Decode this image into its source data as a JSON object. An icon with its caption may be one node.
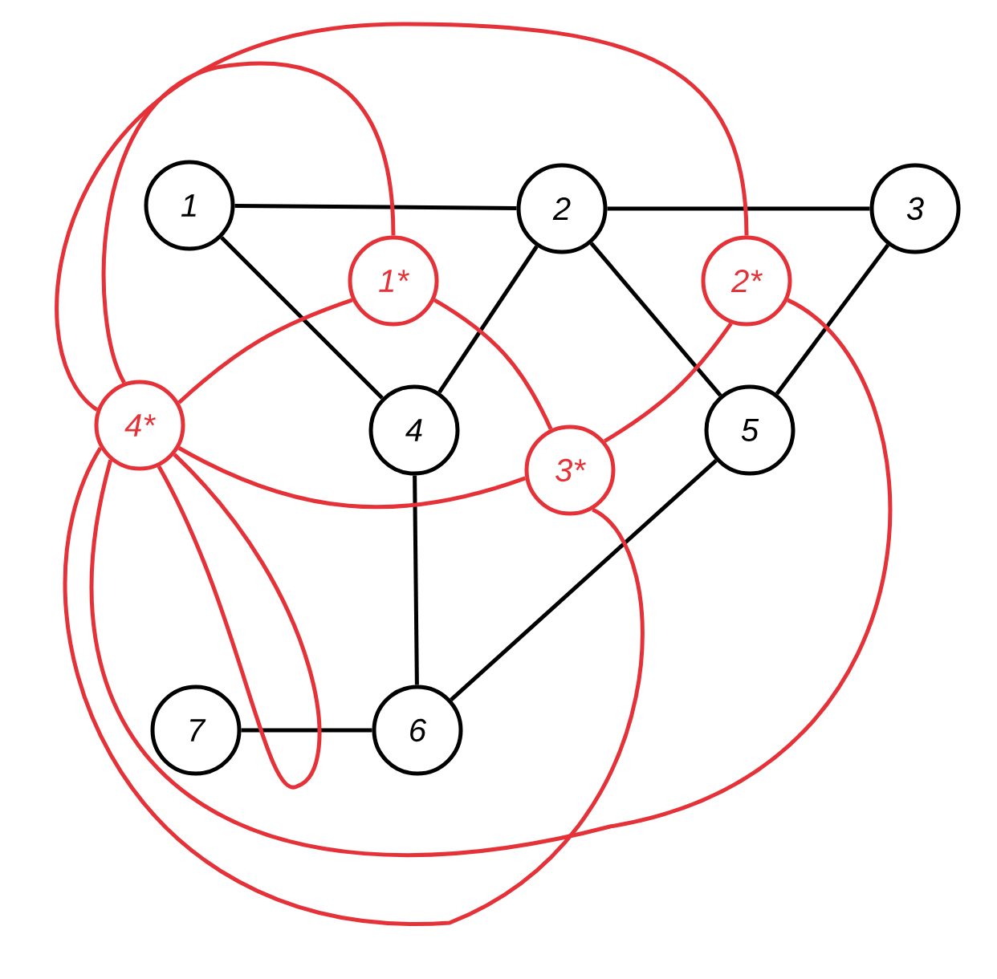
{
  "diagram": {
    "nodes": [
      {
        "text": [
          "1"
        ]
      },
      {
        "text": [
          "2"
        ]
      },
      {
        "text": [
          "3"
        ]
      },
      {
        "text": [
          "4"
        ]
      },
      {
        "text": [
          "5"
        ]
      },
      {
        "text": [
          "6"
        ]
      },
      {
        "text": [
          "7"
        ]
      },
      {
        "text": [
          "1*"
        ]
      },
      {
        "text": [
          "2*"
        ]
      },
      {
        "text": [
          "3*"
        ]
      },
      {
        "text": [
          "4*"
        ]
      }
    ],
    "edges": [
      {
        "from": 0,
        "to": 1,
        "arrow": "none"
      },
      {
        "from": 1,
        "to": 2,
        "arrow": "none"
      },
      {
        "from": 0,
        "to": 3,
        "arrow": "none"
      },
      {
        "from": 1,
        "to": 3,
        "arrow": "none"
      },
      {
        "from": 1,
        "to": 4,
        "arrow": "none"
      },
      {
        "from": 2,
        "to": 4,
        "arrow": "none"
      },
      {
        "from": 3,
        "to": 5,
        "arrow": "none"
      },
      {
        "from": 4,
        "to": 5,
        "arrow": "none"
      },
      {
        "from": 6,
        "to": 5,
        "arrow": "none"
      },
      {
        "from": 7,
        "to": 10,
        "arrow": "none",
        "color": "#e53238"
      },
      {
        "from": 8,
        "to": 10,
        "arrow": "none",
        "color": "#e53238"
      },
      {
        "from": 7,
        "to": 10,
        "arrow": "none",
        "color": "#e53238"
      },
      {
        "from": 7,
        "to": 9,
        "arrow": "none",
        "color": "#e53238"
      },
      {
        "from": 8,
        "to": 9,
        "arrow": "none",
        "color": "#e53238"
      },
      {
        "from": 9,
        "to": 10,
        "arrow": "none",
        "color": "#e53238"
      },
      {
        "from": 8,
        "to": 10,
        "arrow": "none",
        "color": "#e53238"
      },
      {
        "from": 9,
        "to": 10,
        "arrow": "none",
        "color": "#e53238"
      },
      {
        "from": 10,
        "to": 10,
        "arrow": "none",
        "color": "#e53238"
      }
    ]
  }
}
